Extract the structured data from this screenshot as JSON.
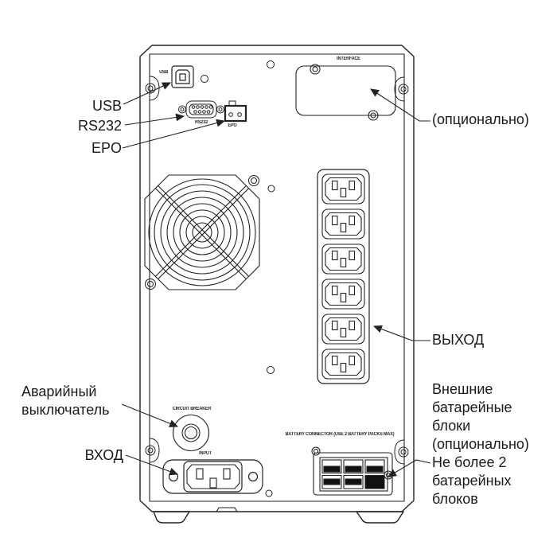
{
  "figure": {
    "type": "technical-line-diagram",
    "subject": "UPS rear panel with Russian callout labels",
    "colors": {
      "line": "#222222",
      "background": "#ffffff",
      "fill_dark": "#111111"
    },
    "callouts": {
      "usb": "USB",
      "rs232": "RS232",
      "epo": "EPO",
      "interface_optional": "(опционально)",
      "output": "ВЫХОД",
      "emergency_breaker": "Аварийный\nвыключатель",
      "input": "ВХОД",
      "external_battery": "Внешние\nбатарейные\nблоки\n(опционально)\nНе более 2\nбатарейных\nблоков"
    },
    "panel_markings": {
      "interface": "INTERFACE",
      "usb": "USB",
      "rs232": "RS232",
      "epo": "EPO",
      "circuit_breaker": "CIRCUIT BREAKER",
      "input": "INPUT",
      "battery_connector": "BATTERY CONNECTOR (USE 2 BATTERY PACKS MAX)"
    }
  }
}
